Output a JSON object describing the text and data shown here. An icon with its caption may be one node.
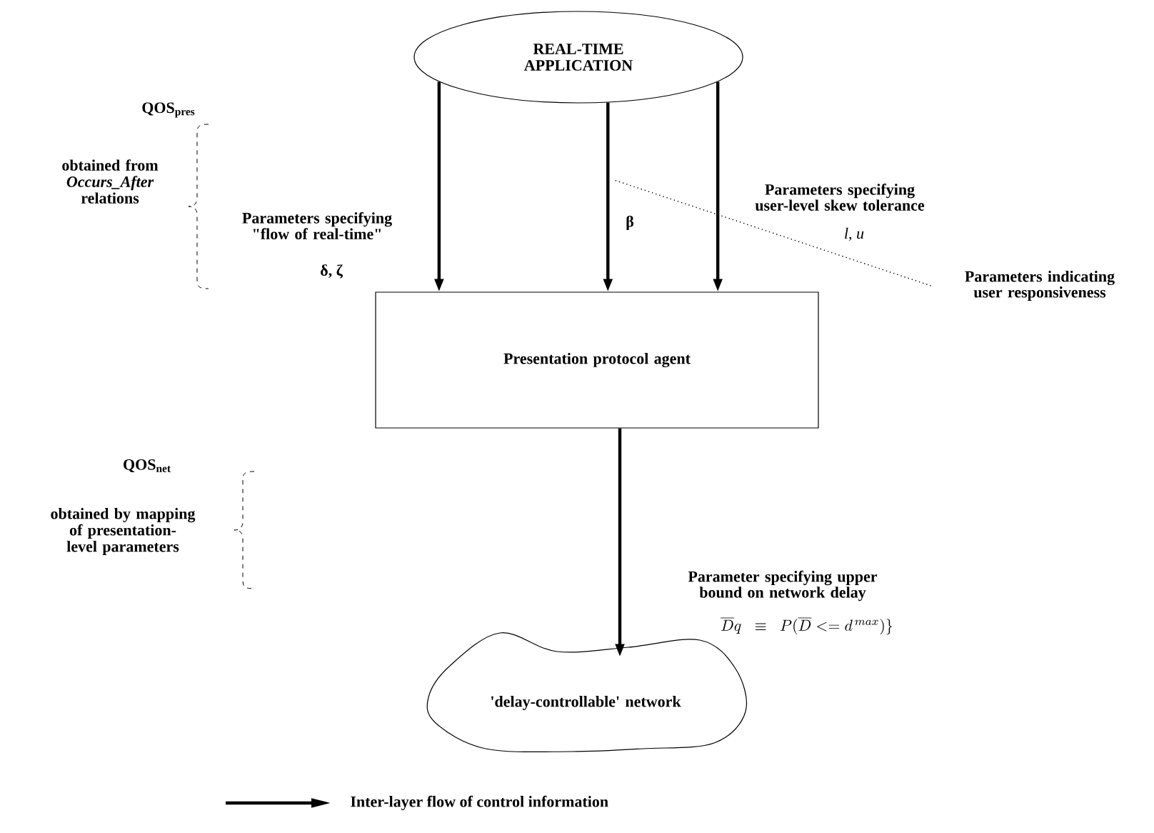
{
  "diagram": {
    "nodes": [
      {
        "text": [
          "REAL-TIME APPLICATION"
        ]
      },
      {
        "text": [
          "Presentation protocol agent"
        ]
      },
      {
        "text": [
          "'delay-controllable' network"
        ]
      },
      {
        "text": [
          "Parameters indicating user responsiveness"
        ]
      }
    ],
    "edges": [
      {
        "from": 0,
        "to": 1,
        "arrow": "to",
        "label": "Parameters specifying \"flow of real-time\""
      },
      {
        "from": 0,
        "to": 1,
        "arrow": "to"
      },
      {
        "from": 0,
        "to": 1,
        "arrow": "to",
        "label": "Parameters specifying user-level skew tolerance"
      },
      {
        "from": 1,
        "to": 2,
        "arrow": "to",
        "label": "Parameter specifying upper bound on network delay"
      },
      {
        "from": 3,
        "to": null,
        "arrow": "none",
        "style": "dashed"
      }
    ],
    "labels": [
      "QOS$_{pres}$",
      "obtained from *Occurs_After* relations",
      "δ, ζ",
      "β",
      "l, u",
      "QOS$_{net}$",
      "obtained by mapping of presentation-level parameters",
      "\\overline{D}q \\;\\;\\equiv\\;\\; P(\\overline{D} <= d^{\\,max})\\}"
    ],
    "legend": [
      {
        "text": "Inter-layer flow of control information"
      }
    ]
  }
}
